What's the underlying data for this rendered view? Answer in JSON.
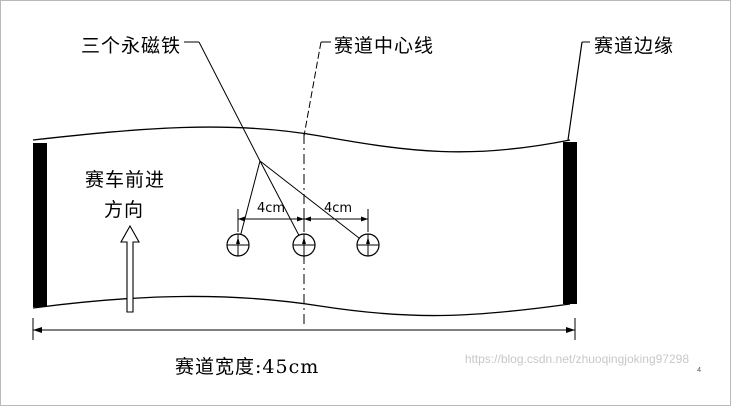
{
  "labels": {
    "magnets": "三个永磁铁",
    "centerline": "赛道中心线",
    "edge": "赛道边缘",
    "direction_line1": "赛车前进",
    "direction_line2": "方向",
    "spacing_left": "4cm",
    "spacing_right": "4cm",
    "track_width": "赛道宽度:45cm"
  },
  "watermark": "https://blog.csdn.net/zhuoqingjoking97298",
  "page_marker": "4",
  "colors": {
    "ink": "#000000",
    "watermark": "#c8c8c8",
    "frame": "#b9b9b9"
  }
}
